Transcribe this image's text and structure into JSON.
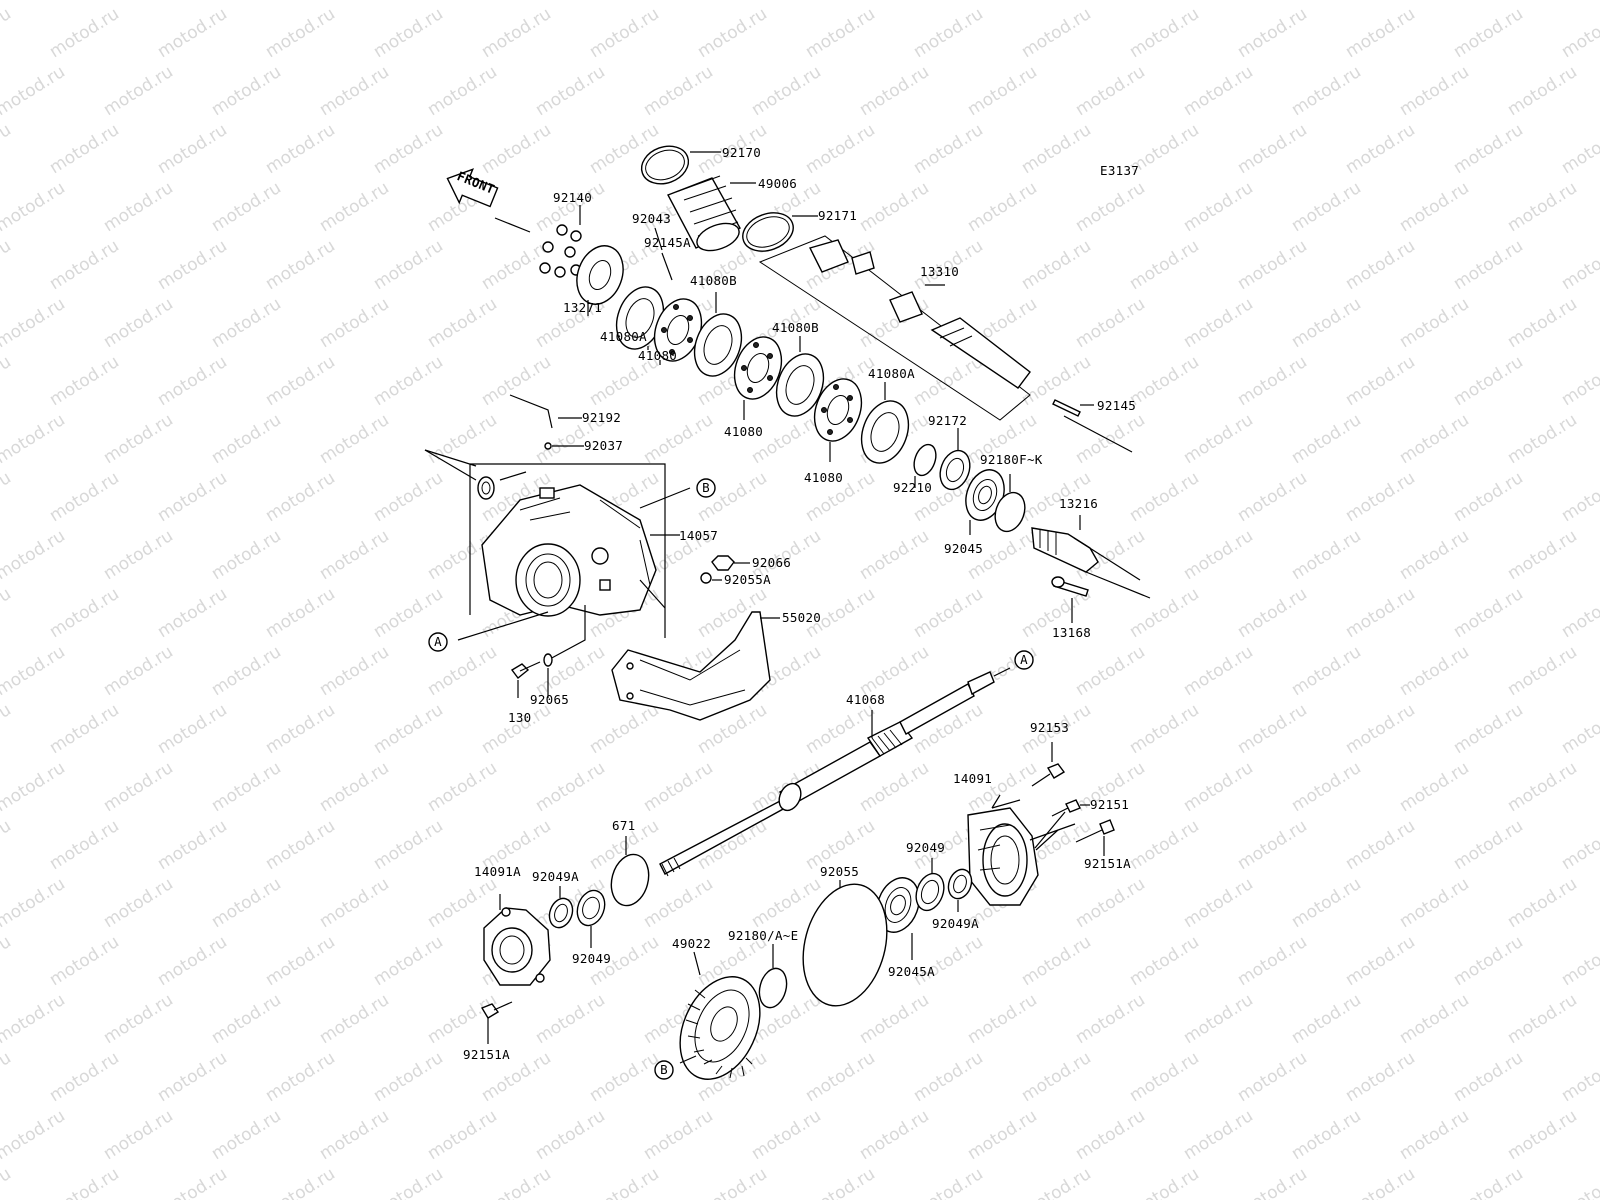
{
  "diagram_code": "E3137",
  "watermark": "motod.ru",
  "front_arrow": "FRONT",
  "refs": {
    "a": "A",
    "b": "B"
  },
  "labels": {
    "p92170": "92170",
    "p49006": "49006",
    "p92171": "92171",
    "p92140": "92140",
    "p92043": "92043",
    "p92145A": "92145A",
    "p13310": "13310",
    "p41080B_1": "41080B",
    "p41080B_2": "41080B",
    "p13271": "13271",
    "p41080A_1": "41080A",
    "p41080_1": "41080",
    "p41080_2": "41080",
    "p41080A_2": "41080A",
    "p41080_3": "41080",
    "p92145": "92145",
    "p92192": "92192",
    "p92037": "92037",
    "p92172": "92172",
    "p92180FK": "92180F~K",
    "p92210": "92210",
    "p92045": "92045",
    "p13216": "13216",
    "p14057": "14057",
    "p92066": "92066",
    "p92055A": "92055A",
    "p13168": "13168",
    "p55020": "55020",
    "p92065": "92065",
    "p130": "130",
    "p41068": "41068",
    "p92153": "92153",
    "p14091": "14091",
    "p92151": "92151",
    "p92151A_1": "92151A",
    "p671": "671",
    "p92049_1": "92049",
    "p92055": "92055",
    "p14091A": "14091A",
    "p92049A_1": "92049A",
    "p92049A_2": "92049A",
    "p92049_2": "92049",
    "p92180AE": "92180/A~E",
    "p49022": "49022",
    "p92045A": "92045A",
    "p92151A_2": "92151A"
  }
}
